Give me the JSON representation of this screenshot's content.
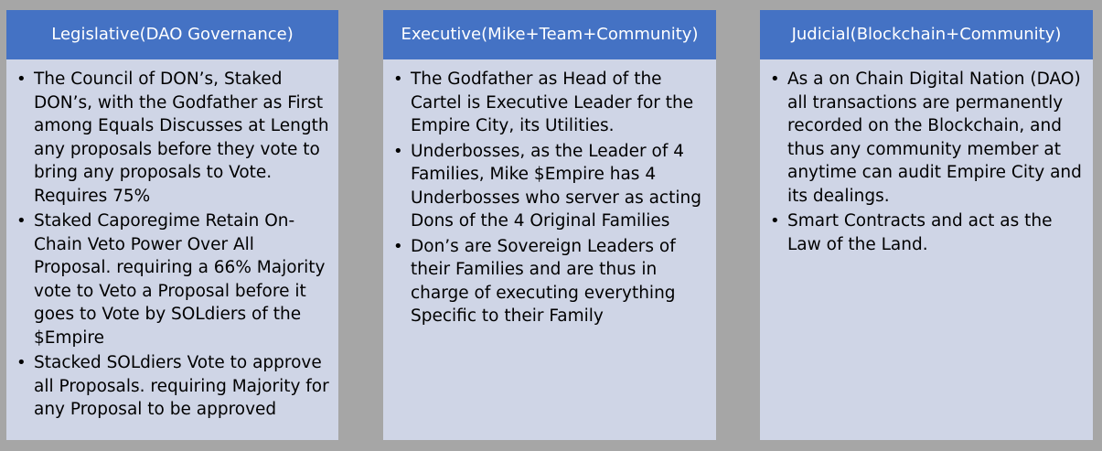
{
  "columns": [
    {
      "title": "Legislative(DAO Governance)",
      "items": [
        "The Council of DON’s, Staked DON’s, with the Godfather as First among Equals Discusses at Length any proposals before they vote to bring any proposals to Vote. Requires 75%",
        "Staked Caporegime Retain On-Chain Veto Power Over All Proposal. requiring a 66% Majority vote to Veto a Proposal before it goes to Vote by SOLdiers of the $Empire",
        "Stacked SOLdiers Vote to approve all Proposals. requiring Majority for any Proposal to be approved"
      ]
    },
    {
      "title": "Executive(Mike+Team+Community)",
      "items": [
        "The Godfather as Head of the Cartel is Executive Leader for the Empire City, its Utilities.",
        "Underbosses, as the Leader of 4 Families, Mike $Empire has 4 Underbosses who server as acting Dons of the 4 Original Families",
        "Don’s are Sovereign Leaders of their Families and are thus in charge of executing everything Specific to their Family"
      ]
    },
    {
      "title": "Judicial(Blockchain+Community)",
      "items": [
        "As a on Chain Digital Nation (DAO) all transactions are permanently recorded on the Blockchain, and thus any community member at anytime can audit Empire City and its dealings.",
        "Smart Contracts and act as the Law of the Land."
      ]
    }
  ],
  "bullet_glyph": "•",
  "colors": {
    "background": "#a6a6a6",
    "header": "#4472c4",
    "panel": "#cfd5e6",
    "header_text": "#ffffff",
    "body_text": "#000000"
  }
}
